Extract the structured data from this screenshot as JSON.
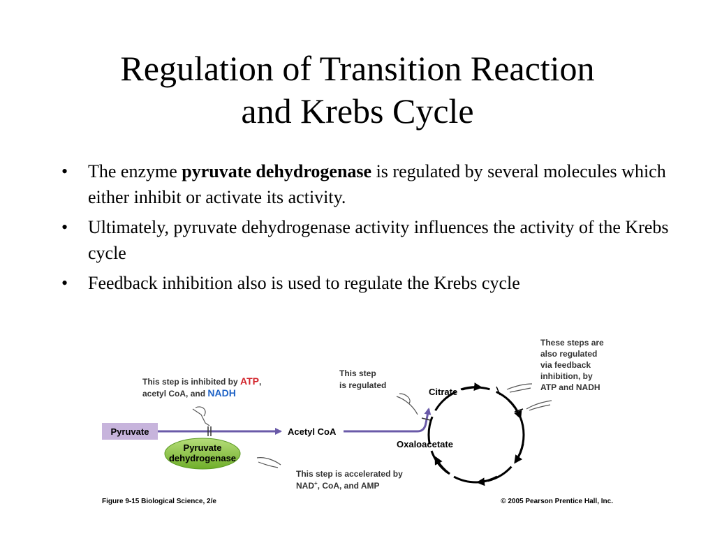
{
  "slide": {
    "title_line1": "Regulation of Transition Reaction",
    "title_line2": "and Krebs Cycle",
    "bullets": [
      {
        "bullet": "•",
        "pre": "The enzyme ",
        "bold": "pyruvate dehydrogenase",
        "post": " is regulated by several molecules which either inhibit or activate its activity."
      },
      {
        "bullet": "•",
        "text": "Ultimately, pyruvate dehydrogenase activity influences the activity of the Krebs cycle"
      },
      {
        "bullet": "•",
        "text": "Feedback inhibition also is used to regulate the Krebs cycle"
      }
    ]
  },
  "figure": {
    "pyruvate": "Pyruvate",
    "enzyme_line1": "Pyruvate",
    "enzyme_line2": "dehydrogenase",
    "acetyl_coa": "Acetyl CoA",
    "citrate": "Citrate",
    "oxaloacetate": "Oxaloacetate",
    "inhibit_note": {
      "line1_pre": "This step is inhibited by ",
      "line1_atp": "ATP",
      "line1_post": ",",
      "line2_pre": "acetyl CoA, and ",
      "line2_nadh": "NADH"
    },
    "regulated_note": {
      "line1": "This step",
      "line2": "is regulated"
    },
    "accelerated_note": {
      "line1": "This step is accelerated by",
      "line2_nad": "NAD",
      "line2_sup": "+",
      "line2_rest": ", CoA, and AMP"
    },
    "feedback_note": {
      "lines": [
        "These steps are",
        "also regulated",
        "via feedback",
        "inhibition, by",
        "ATP and NADH"
      ]
    },
    "caption_left": "Figure 9-15   Biological Science, 2/e",
    "caption_right": "© 2005 Pearson Prentice Hall, Inc.",
    "colors": {
      "purple_arrow": "#6a5aa8",
      "pyruvate_box": "#c7b4dc",
      "enzyme_green": "#8dc63f",
      "atp_red": "#d2232a",
      "nadh_blue": "#1f63c6"
    }
  }
}
